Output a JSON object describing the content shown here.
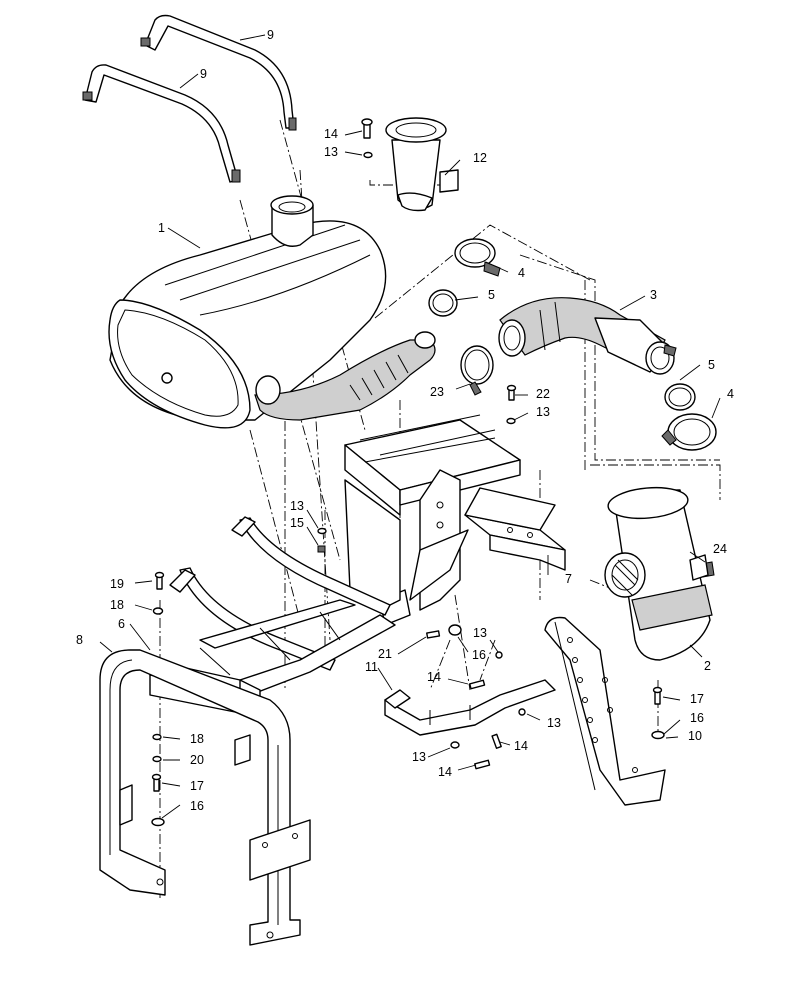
{
  "callouts": {
    "c1": "1",
    "c2": "2",
    "c3": "3",
    "c4a": "4",
    "c4b": "4",
    "c5a": "5",
    "c5b": "5",
    "c6": "6",
    "c7": "7",
    "c8": "8",
    "c9a": "9",
    "c9b": "9",
    "c10": "10",
    "c11": "11",
    "c12": "12",
    "c13a": "13",
    "c13b": "13",
    "c13c": "13",
    "c13d": "13",
    "c13e": "13",
    "c13f": "13",
    "c14a": "14",
    "c14b": "14",
    "c14c": "14",
    "c14d": "14",
    "c15": "15",
    "c16a": "16",
    "c16b": "16",
    "c16c": "16",
    "c17a": "17",
    "c17b": "17",
    "c18a": "18",
    "c18b": "18",
    "c19": "19",
    "c20": "20",
    "c21": "21",
    "c22": "22",
    "c23": "23",
    "c24": "24"
  }
}
